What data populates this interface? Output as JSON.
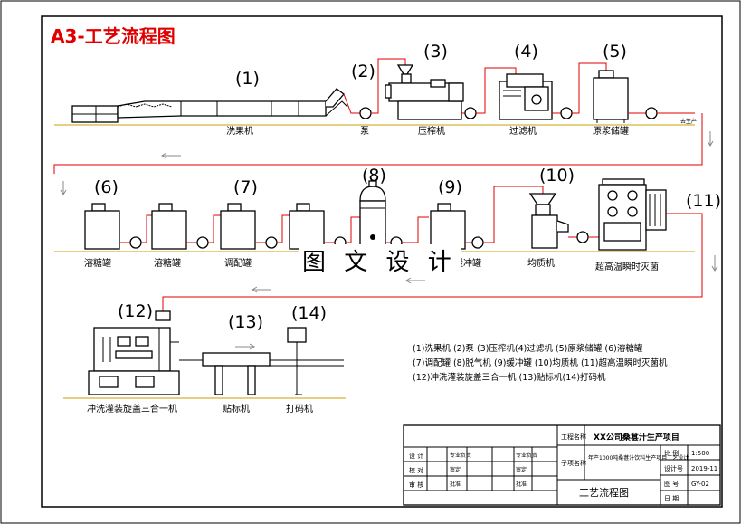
{
  "title": "A3-工艺流程图",
  "watermark": "图 文 设 计",
  "equipment": [
    {
      "num": "(1)",
      "name": "洗果机"
    },
    {
      "num": "(2)",
      "name": "泵"
    },
    {
      "num": "(3)",
      "name": "压榨机"
    },
    {
      "num": "(4)",
      "name": "过滤机"
    },
    {
      "num": "(5)",
      "name": "原浆储罐"
    },
    {
      "num": "(6)",
      "name": "溶糖罐"
    },
    {
      "num": "",
      "name": "溶糖罐"
    },
    {
      "num": "(7)",
      "name": "调配罐"
    },
    {
      "num": "(8)",
      "name": ""
    },
    {
      "num": "(9)",
      "name": "缓冲罐"
    },
    {
      "num": "(10)",
      "name": "均质机"
    },
    {
      "num": "(11)",
      "name": "超高温瞬时灭菌"
    },
    {
      "num": "(12)",
      "name": "冲洗灌装旋盖三合一机"
    },
    {
      "num": "(13)",
      "name": "贴标机"
    },
    {
      "num": "(14)",
      "name": "打码机"
    }
  ],
  "side_note": "去生产",
  "legend": [
    "(1)洗果机 (2)泵 (3)压榨机(4)过滤机 (5)原浆储罐 (6)溶糖罐",
    "(7)调配罐 (8)脱气机 (9)缓冲罐 (10)均质机 (11)超高温瞬时灭菌机",
    "(12)冲洗灌装旋盖三合一机 (13)贴标机(14)打码机"
  ],
  "title_block": {
    "project_label": "工程名称",
    "project": "XX公司桑葚汁生产项目",
    "item_label": "子项名称",
    "item": "年产1000吨桑葚汁饮料生产项目工艺设计",
    "left_rows": [
      "设 计",
      "校 对",
      "审 核"
    ],
    "mid_rows": [
      "专业负责",
      "审定",
      "批准"
    ],
    "right_labels": [
      "比 例",
      "设计号",
      "图 号",
      "日 期"
    ],
    "right_values": [
      "1:500",
      "2019-11",
      "GY-02",
      ""
    ],
    "drawing_name": "工艺流程图"
  }
}
